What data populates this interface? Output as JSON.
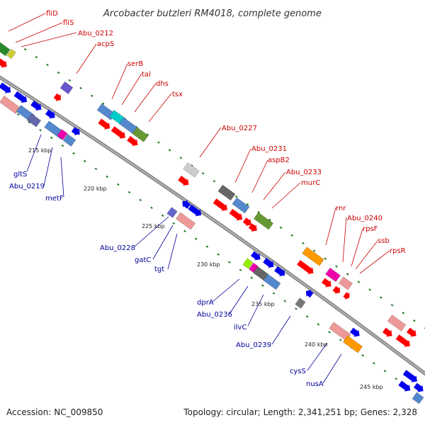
{
  "title": "Arcobacter butzleri RM4018, complete genome",
  "footer": {
    "accession": "Accession: NC_009850",
    "summary": "Topology: circular; Length: 2,341,251 bp; Genes: 2,328"
  },
  "colors": {
    "forward_label": "#cc0000",
    "reverse_label": "#000099",
    "backbone": "#888888",
    "tick": "#227722"
  },
  "ticks": [
    "215 kbp",
    "220 kbp",
    "225 kbp",
    "230 kbp",
    "235 kbp",
    "240 kbp",
    "245 kbp"
  ],
  "forward_labels": [
    "fliD",
    "fliS",
    "Abu_0212",
    "acpS",
    "serB",
    "tal",
    "dhs",
    "tsx",
    "Abu_0227",
    "Abu_0231",
    "aspB2",
    "Abu_0233",
    "murC",
    "rnr",
    "Abu_0240",
    "rpsF",
    "ssb",
    "rpsR"
  ],
  "reverse_labels": [
    "gltS",
    "Abu_0219",
    "metF",
    "Abu_0228",
    "gatC",
    "tgt",
    "dprA",
    "Abu_0236",
    "ilvC",
    "Abu_0239",
    "cysS",
    "nusA"
  ]
}
